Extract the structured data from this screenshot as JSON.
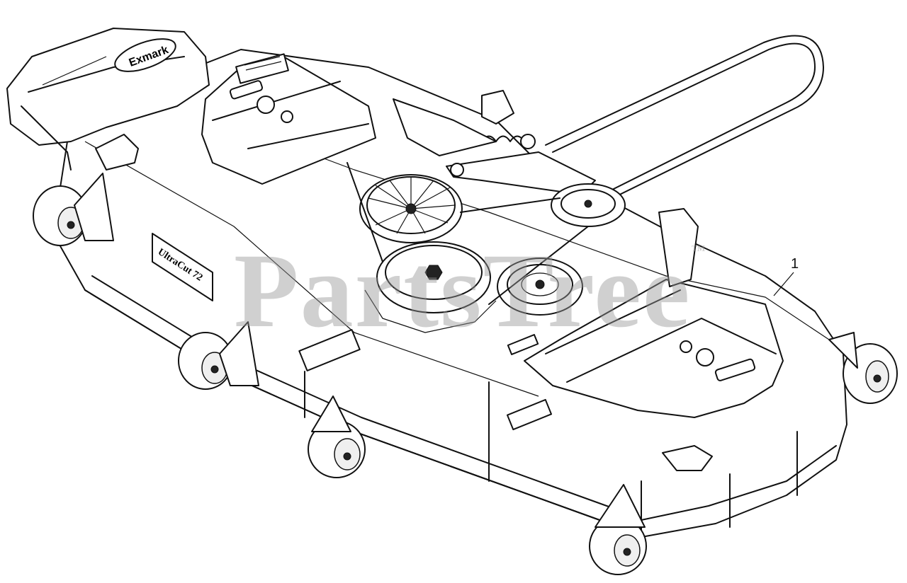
{
  "diagram": {
    "callouts": [
      {
        "label": "1"
      }
    ],
    "watermark": {
      "text": "PartsTree",
      "mark": "™"
    },
    "decals": {
      "brand_logo": "Exmark",
      "model_badge": "UltraCut 72"
    }
  }
}
